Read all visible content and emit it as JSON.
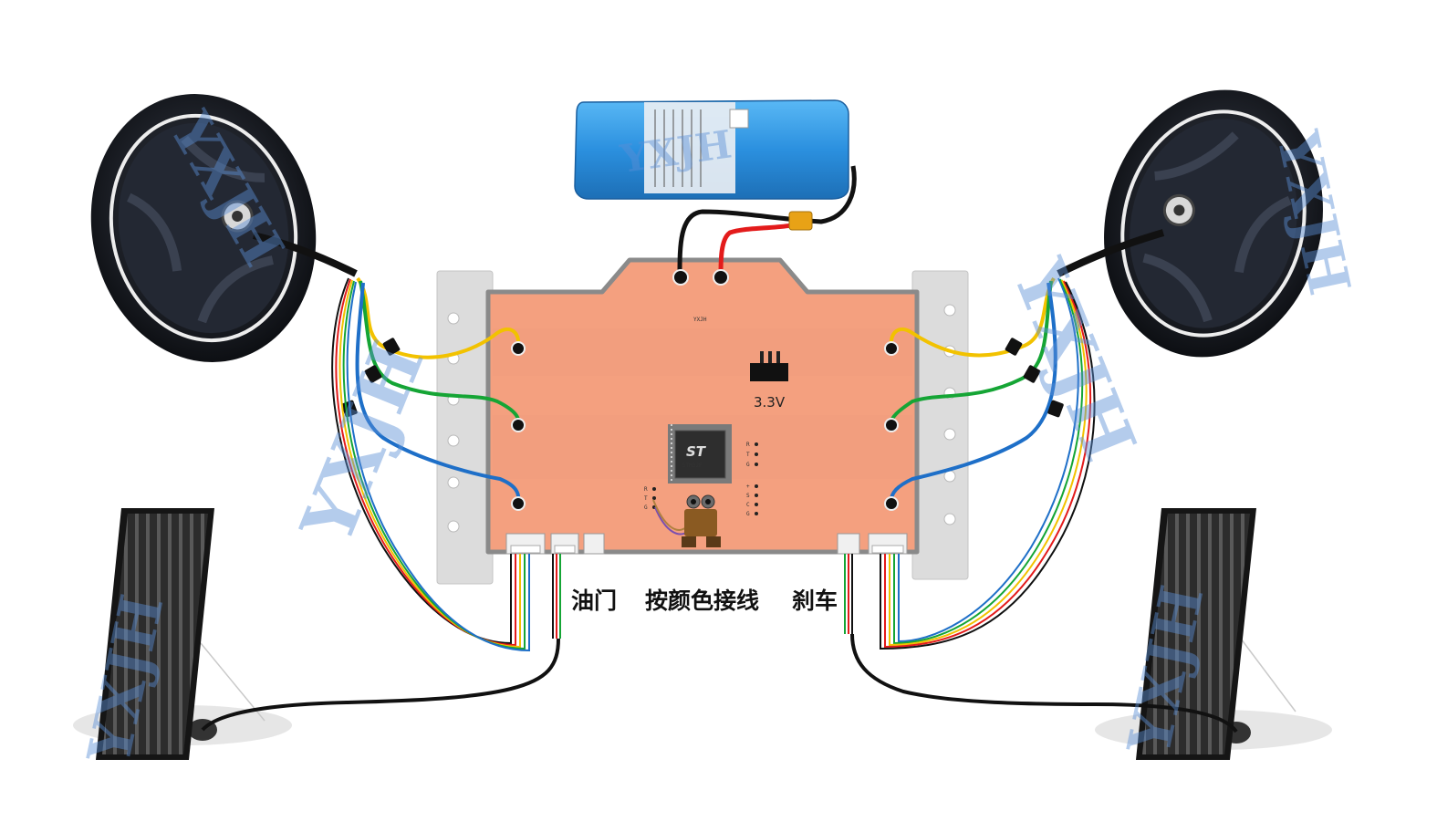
{
  "labels": {
    "throttle": "油门",
    "connect_by_color": "按颜色接线",
    "brake": "刹车",
    "regulator_voltage": "3.3V"
  },
  "battery": {
    "brand_text": "YXJH"
  },
  "watermark": {
    "text": "YXJH"
  },
  "pin_labels": {
    "uart_left": [
      "R",
      "T",
      "G"
    ],
    "uart_right": [
      "R",
      "T",
      "G"
    ],
    "swd": [
      "+",
      "S",
      "C",
      "G"
    ]
  },
  "wire_colors": {
    "black": "#111111",
    "red": "#e31b1b",
    "yellow": "#f2c200",
    "green": "#15a535",
    "blue": "#1e6fc8",
    "board": "#f4a07f",
    "rail": "#dcdcdc"
  },
  "icons": [
    "hub-motor-wheel-icon",
    "battery-pack-icon",
    "controller-board-icon",
    "mcu-chip-icon",
    "voltage-regulator-icon",
    "pedal-icon",
    "robot-icon"
  ]
}
